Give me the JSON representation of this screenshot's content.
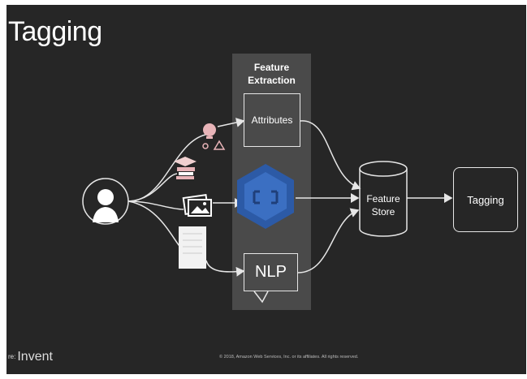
{
  "slide": {
    "title": "Tagging",
    "feature_extraction": {
      "label_line1": "Feature",
      "label_line2": "Extraction"
    },
    "attributes_label": "Attributes",
    "nlp_label": "NLP",
    "feature_store": {
      "line1": "Feature",
      "line2": "Store"
    },
    "tagging_label": "Tagging",
    "footer": {
      "logo_small": "re:",
      "logo_main": "Invent",
      "copyright": "© 2018, Amazon Web Services, Inc. or its affiliates. All rights reserved."
    }
  },
  "colors": {
    "background": "#262626",
    "panel": "#4a4a4a",
    "rekognition_blue": "#2c5aa6",
    "interest_icon_pink": "#e8b4b8"
  },
  "icons": [
    "user-avatar-icon",
    "interests-icon",
    "graduation-cap-icon",
    "photos-icon",
    "document-icon",
    "rekognition-icon",
    "database-cylinder-icon"
  ]
}
